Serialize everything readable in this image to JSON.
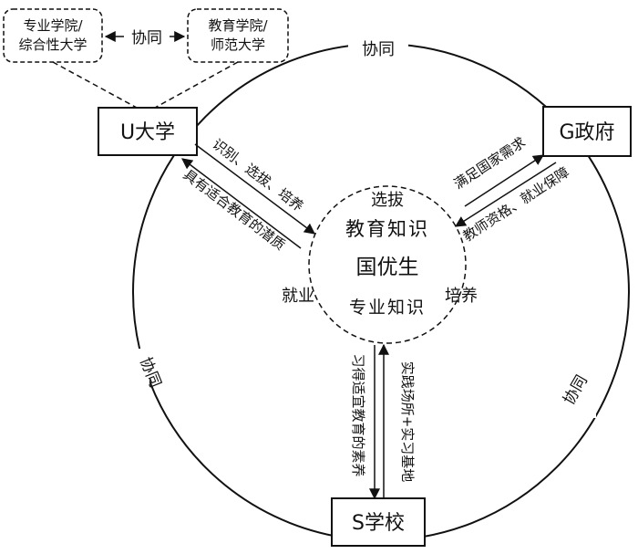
{
  "nodes": {
    "u": "U大学",
    "g": "G政府",
    "s": "S学校",
    "professional_college": [
      "专业学院/",
      "综合性大学"
    ],
    "education_college": [
      "教育学院/",
      "师范大学"
    ]
  },
  "collaboration": {
    "top_pair": "协同",
    "top_arc": "协同",
    "left_arc": "协同",
    "right_arc": "协同"
  },
  "center": {
    "line1": "教育知识",
    "line2": "国优生",
    "line3": "专业知识",
    "select": "选拔",
    "employ": "就业",
    "cultivate": "培养"
  },
  "arrows": {
    "u_to_center": "识别、选拔、培养",
    "center_to_u": "具有适合教育的潜质",
    "center_to_g": "满足国家需求",
    "g_to_center": "教师资格、就业保障",
    "center_to_s": "习得适宜教育的素养",
    "s_to_center": "实践场所+实习基地"
  }
}
